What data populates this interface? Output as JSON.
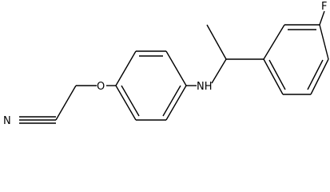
{
  "molecule": {
    "atoms": {
      "nitrile_n": "N",
      "ether_o": "O",
      "amine": "NH",
      "fluorine": "F"
    }
  }
}
